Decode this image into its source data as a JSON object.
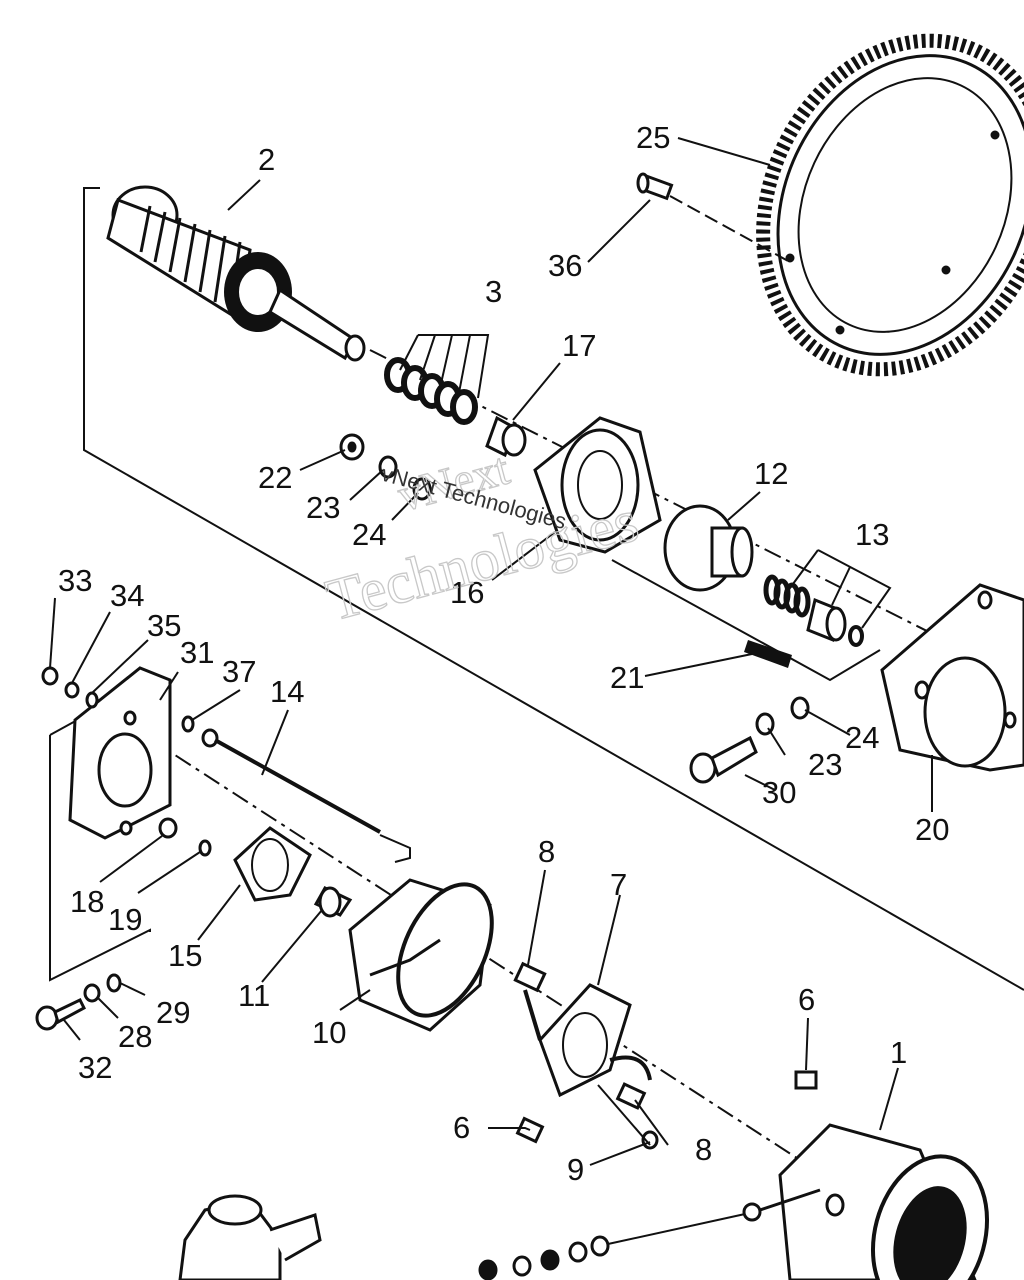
{
  "diagram": {
    "watermark": {
      "line1": "vNext",
      "line2": "Technologies",
      "small": "vNext Technologies"
    },
    "callouts": [
      {
        "id": "c1",
        "text": "1"
      },
      {
        "id": "c2",
        "text": "2"
      },
      {
        "id": "c3",
        "text": "3"
      },
      {
        "id": "c6a",
        "text": "6"
      },
      {
        "id": "c6b",
        "text": "6"
      },
      {
        "id": "c7",
        "text": "7"
      },
      {
        "id": "c8a",
        "text": "8"
      },
      {
        "id": "c8b",
        "text": "8"
      },
      {
        "id": "c9",
        "text": "9"
      },
      {
        "id": "c10",
        "text": "10"
      },
      {
        "id": "c11",
        "text": "11"
      },
      {
        "id": "c12",
        "text": "12"
      },
      {
        "id": "c13",
        "text": "13"
      },
      {
        "id": "c14",
        "text": "14"
      },
      {
        "id": "c15",
        "text": "15"
      },
      {
        "id": "c16",
        "text": "16"
      },
      {
        "id": "c17",
        "text": "17"
      },
      {
        "id": "c18",
        "text": "18"
      },
      {
        "id": "c19",
        "text": "19"
      },
      {
        "id": "c20",
        "text": "20"
      },
      {
        "id": "c21",
        "text": "21"
      },
      {
        "id": "c22",
        "text": "22"
      },
      {
        "id": "c23a",
        "text": "23"
      },
      {
        "id": "c23b",
        "text": "23"
      },
      {
        "id": "c24a",
        "text": "24"
      },
      {
        "id": "c24b",
        "text": "24"
      },
      {
        "id": "c25",
        "text": "25"
      },
      {
        "id": "c28",
        "text": "28"
      },
      {
        "id": "c29",
        "text": "29"
      },
      {
        "id": "c30",
        "text": "30"
      },
      {
        "id": "c31",
        "text": "31"
      },
      {
        "id": "c32",
        "text": "32"
      },
      {
        "id": "c33",
        "text": "33"
      },
      {
        "id": "c34",
        "text": "34"
      },
      {
        "id": "c35",
        "text": "35"
      },
      {
        "id": "c36",
        "text": "36"
      },
      {
        "id": "c37",
        "text": "37"
      }
    ]
  }
}
